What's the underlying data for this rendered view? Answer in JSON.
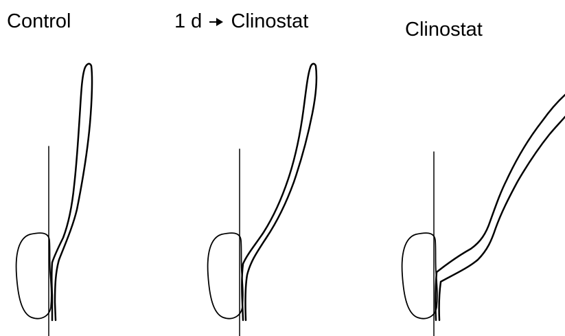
{
  "panels": [
    {
      "title": "Control"
    },
    {
      "title_prefix": "1 d",
      "title_suffix": "Clinostat",
      "arrow_icon": "right-arrow-icon"
    },
    {
      "title": "Clinostat"
    }
  ],
  "stroke_color": "#000000",
  "background_color": "#ffffff"
}
